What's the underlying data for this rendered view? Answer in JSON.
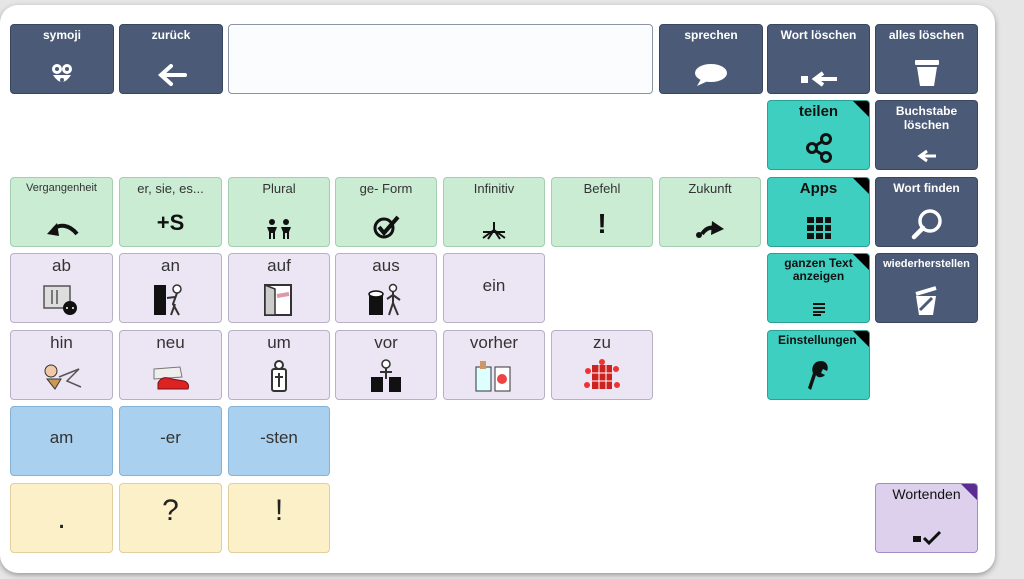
{
  "toolbar": {
    "symoji": "symoji",
    "back": "zurück",
    "speak": "sprechen",
    "delete_word": "Wort löschen",
    "delete_all": "alles löschen",
    "share": "teilen",
    "delete_letter": "Buchstabe löschen",
    "apps": "Apps",
    "find_word": "Wort finden",
    "show_text": "ganzen Text anzeigen",
    "restore": "wiederherstellen",
    "settings": "Einstellungen",
    "word_end": "Wortenden"
  },
  "message_field": {
    "value": ""
  },
  "grammar_keys": [
    "Vergangenheit",
    "er, sie, es...",
    "Plural",
    "ge- Form",
    "Infinitiv",
    "Befehl",
    "Zukunft"
  ],
  "grammar_symbols": {
    "third_person": "+S",
    "imperative": "!"
  },
  "prefix_row1": [
    "ab",
    "an",
    "auf",
    "aus",
    "ein"
  ],
  "prefix_row2": [
    "hin",
    "neu",
    "um",
    "vor",
    "vorher",
    "zu"
  ],
  "suffixes": [
    "am",
    "-er",
    "-sten"
  ],
  "punctuation": [
    ".",
    "?",
    "!"
  ],
  "colors": {
    "toolbar": "#4b5a76",
    "teal": "#3fcfc0",
    "grammar": "#c9ecd3",
    "prefix": "#ece6f4",
    "suffix": "#a9d0ee",
    "punctuation": "#fcf0c9",
    "word_end": "#ddd0ed"
  }
}
